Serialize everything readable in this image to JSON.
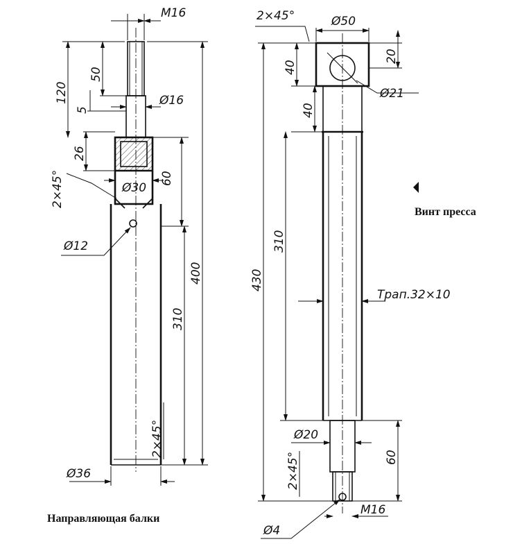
{
  "guide": {
    "title": "Направляющая балки",
    "dims": {
      "thread": "M16",
      "len_50": "50",
      "len_120": "120",
      "len_5": "5",
      "dia_16": "Ø16",
      "len_26": "26",
      "chamfer_top": "2×45°",
      "dia_30": "Ø30",
      "len_60": "60",
      "dia_12": "Ø12",
      "len_400": "400",
      "len_310": "310",
      "chamfer_bottom": "2×45°",
      "dia_36": "Ø36"
    }
  },
  "screw": {
    "title": "Винт пресса",
    "dims": {
      "chamfer_top": "2×45°",
      "dia_50": "Ø50",
      "len_20": "20",
      "len_40a": "40",
      "len_40b": "40",
      "dia_21": "Ø21",
      "len_430": "430",
      "len_310": "310",
      "thread": "Трап.32×10",
      "dia_20": "Ø20",
      "len_60": "60",
      "chamfer_bottom": "2×45°",
      "thread_end": "M16",
      "dia_4": "Ø4"
    }
  }
}
